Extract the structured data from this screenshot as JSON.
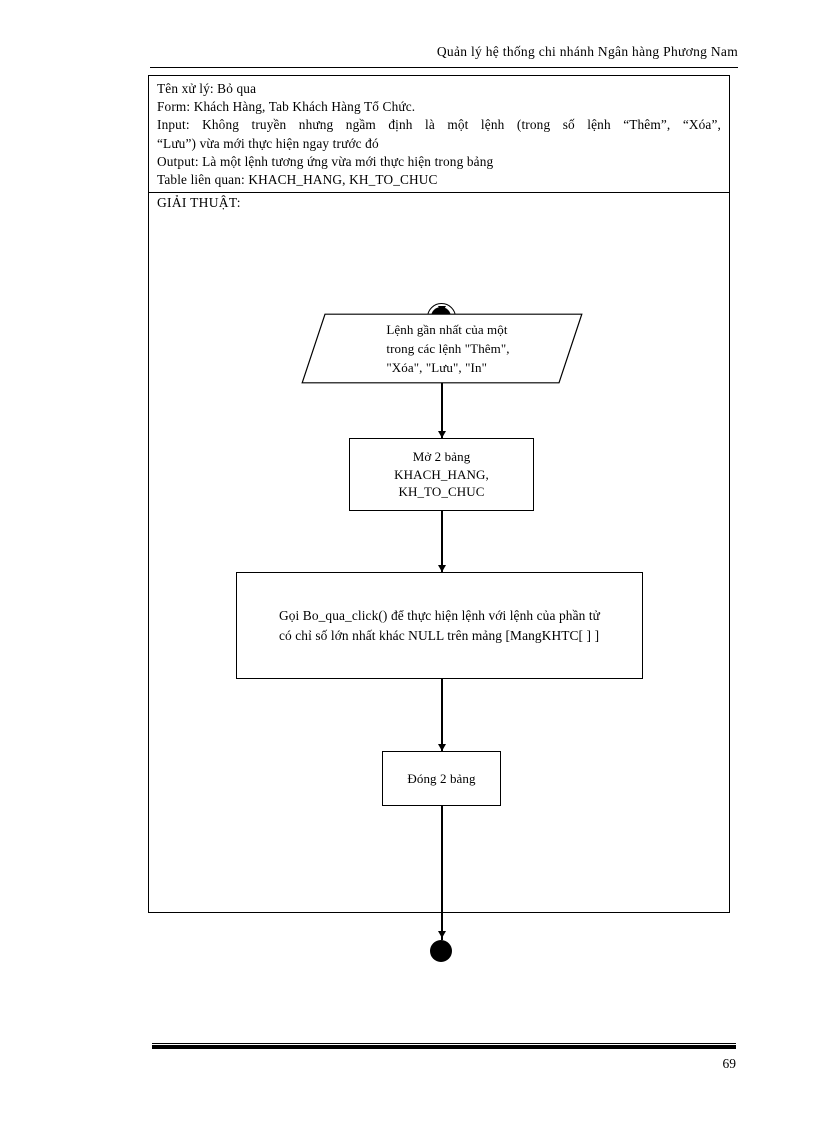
{
  "page": {
    "header_text": "Quản lý hệ thống chi nhánh Ngân hàng Phương Nam",
    "page_number": "69"
  },
  "spec": {
    "line_name": "Tên xử lý:  Bỏ qua",
    "line_form": "Form:  Khách Hàng,  Tab Khách Hàng Tổ Chức.",
    "line_input_1": "Input:  Không truyền nhưng ngầm định là một lệnh (trong  số lệnh “Thêm”,  “Xóa”,",
    "line_input_2": "“Lưu”)  vừa mới thực hiện  ngay trước đó",
    "line_output": "Output:  Là một lệnh tương ứng vừa mới thực hiện  trong bảng",
    "line_table": "Table liên  quan:  KHACH_HANG, KH_TO_CHUC",
    "algorithm_label": "GIẢI THUẬT:"
  },
  "flowchart": {
    "start_node": "start-node",
    "input_node_line1": "Lệnh gần nhất của một",
    "input_node_line2": "trong các lệnh \"Thêm\",",
    "input_node_line3": "\"Xóa\", \"Lưu\", \"In\"",
    "open_tables_line1": "Mở 2 bảng",
    "open_tables_line2": "KHACH_HANG,",
    "open_tables_line3": "KH_TO_CHUC",
    "process_line1": "Gọi Bo_qua_click() để thực hiện lệnh với lệnh của phần tử",
    "process_line2": "có chỉ số lớn nhất khác NULL trên mảng [MangKHTC[ ] ]",
    "close_tables": "Đóng 2 bảng",
    "end_node": "end-node"
  }
}
